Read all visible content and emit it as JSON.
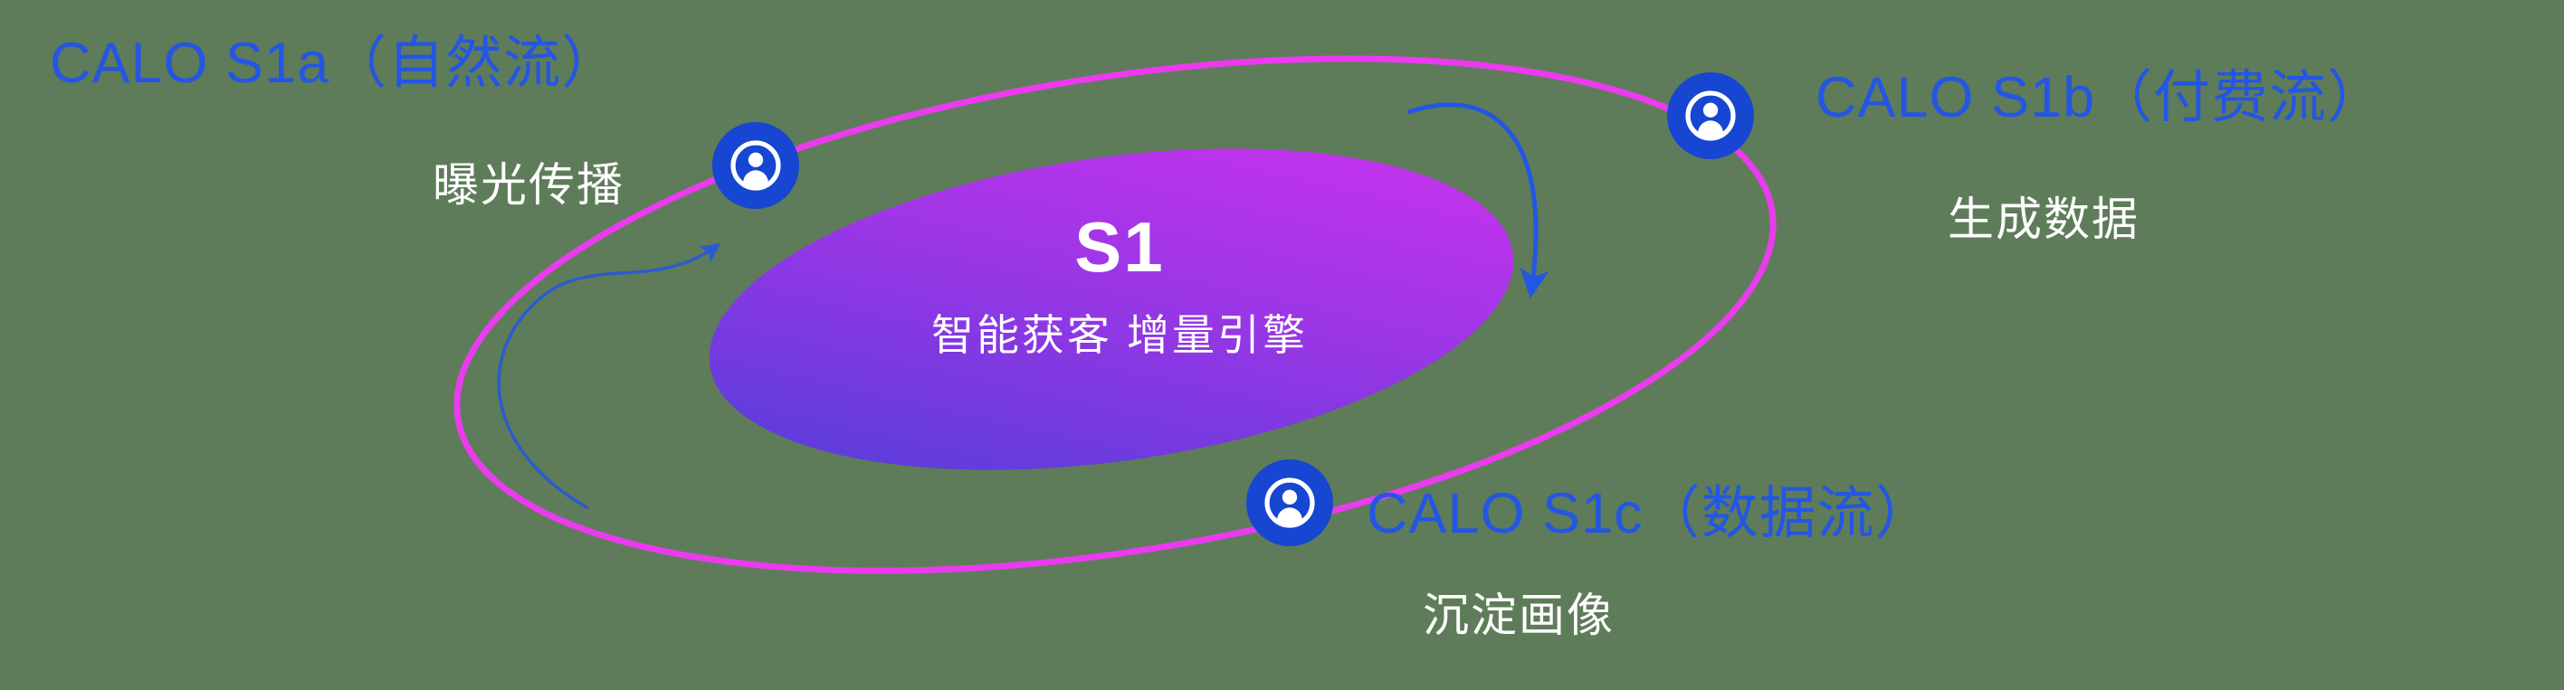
{
  "core": {
    "title": "S1",
    "subtitle": "智能获客  增量引擎"
  },
  "nodes": [
    {
      "label": "CALO S1a（自然流）",
      "sublabel": "曝光传播"
    },
    {
      "label": "CALO S1b（付费流）",
      "sublabel": "生成数据"
    },
    {
      "label": "CALO S1c（数据流）",
      "sublabel": "沉淀画像"
    }
  ],
  "icons": {
    "node_icon": "user-circle-icon"
  },
  "colors": {
    "background": "#5e7c59",
    "label_blue": "#2456e4",
    "subtitle_white": "#ffffff",
    "orbit_ring_magenta": "#ea3bee",
    "node_blue": "#1646d2",
    "core_gradient_start": "#4a3fd8",
    "core_gradient_mid": "#9b36e6",
    "core_gradient_end": "#d233f0",
    "arrow_blue": "#2456e4"
  }
}
